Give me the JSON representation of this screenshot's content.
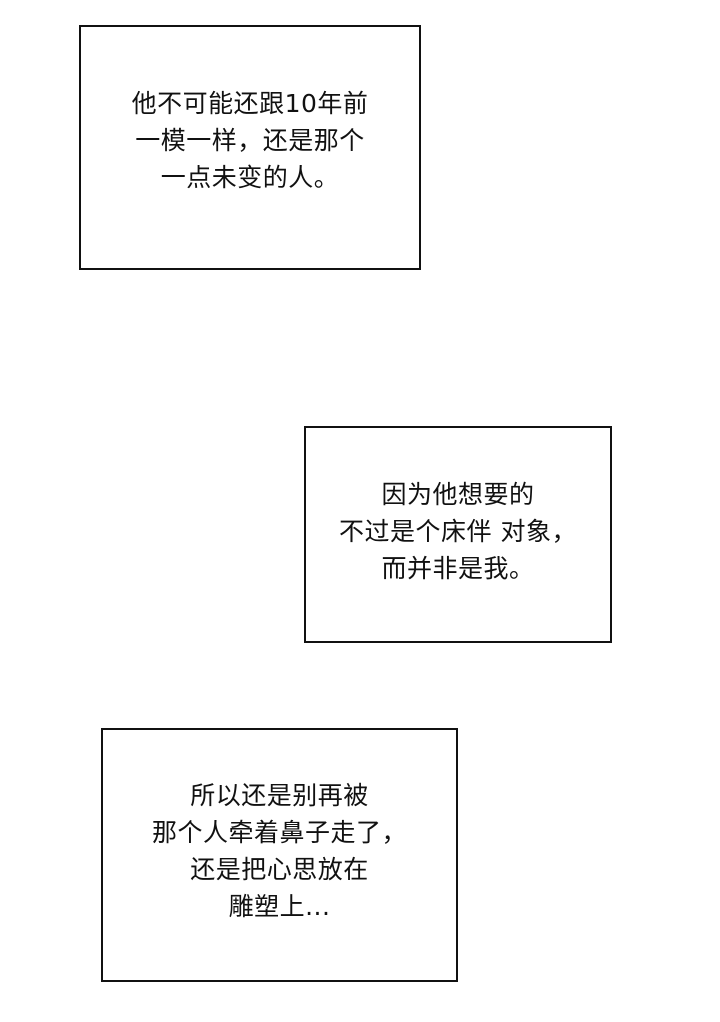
{
  "captions": [
    {
      "lines": [
        "他不可能还跟10年前",
        "一模一样，还是那个",
        "一点未变的人。"
      ]
    },
    {
      "lines": [
        "因为他想要的",
        "不过是个床伴 对象，",
        "而并非是我。"
      ]
    },
    {
      "lines": [
        "所以还是别再被",
        "那个人牵着鼻子走了，",
        "还是把心思放在",
        "雕塑上..."
      ]
    }
  ],
  "colors": {
    "background": "#ffffff",
    "border": "#111111",
    "text": "#111111"
  }
}
